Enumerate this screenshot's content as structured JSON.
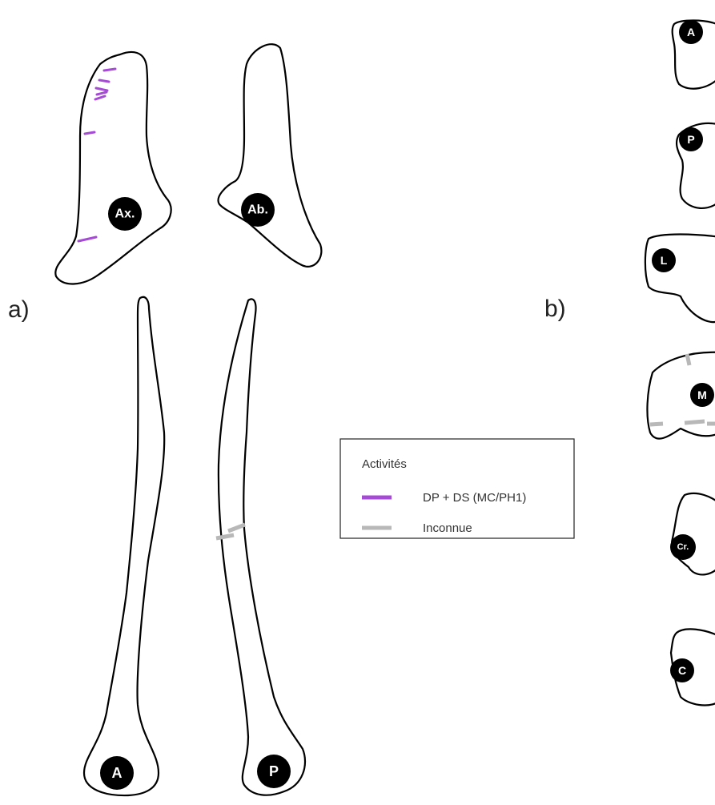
{
  "panels": {
    "a": "a)",
    "b": "b)"
  },
  "badges": {
    "axial": "Ax.",
    "abaxial": "Ab.",
    "anterior": "A",
    "posterior": "P",
    "b_anterior": "A",
    "b_posterior": "P",
    "b_lateral": "L",
    "b_medial": "M",
    "b_cranial": "Cr.",
    "b_caudal": "C"
  },
  "legend": {
    "title": "Activités",
    "items": [
      {
        "label": "DP + DS (MC/PH1)",
        "color": "#a64bd6"
      },
      {
        "label": "Inconnue",
        "color": "#b8b8b8"
      }
    ]
  }
}
